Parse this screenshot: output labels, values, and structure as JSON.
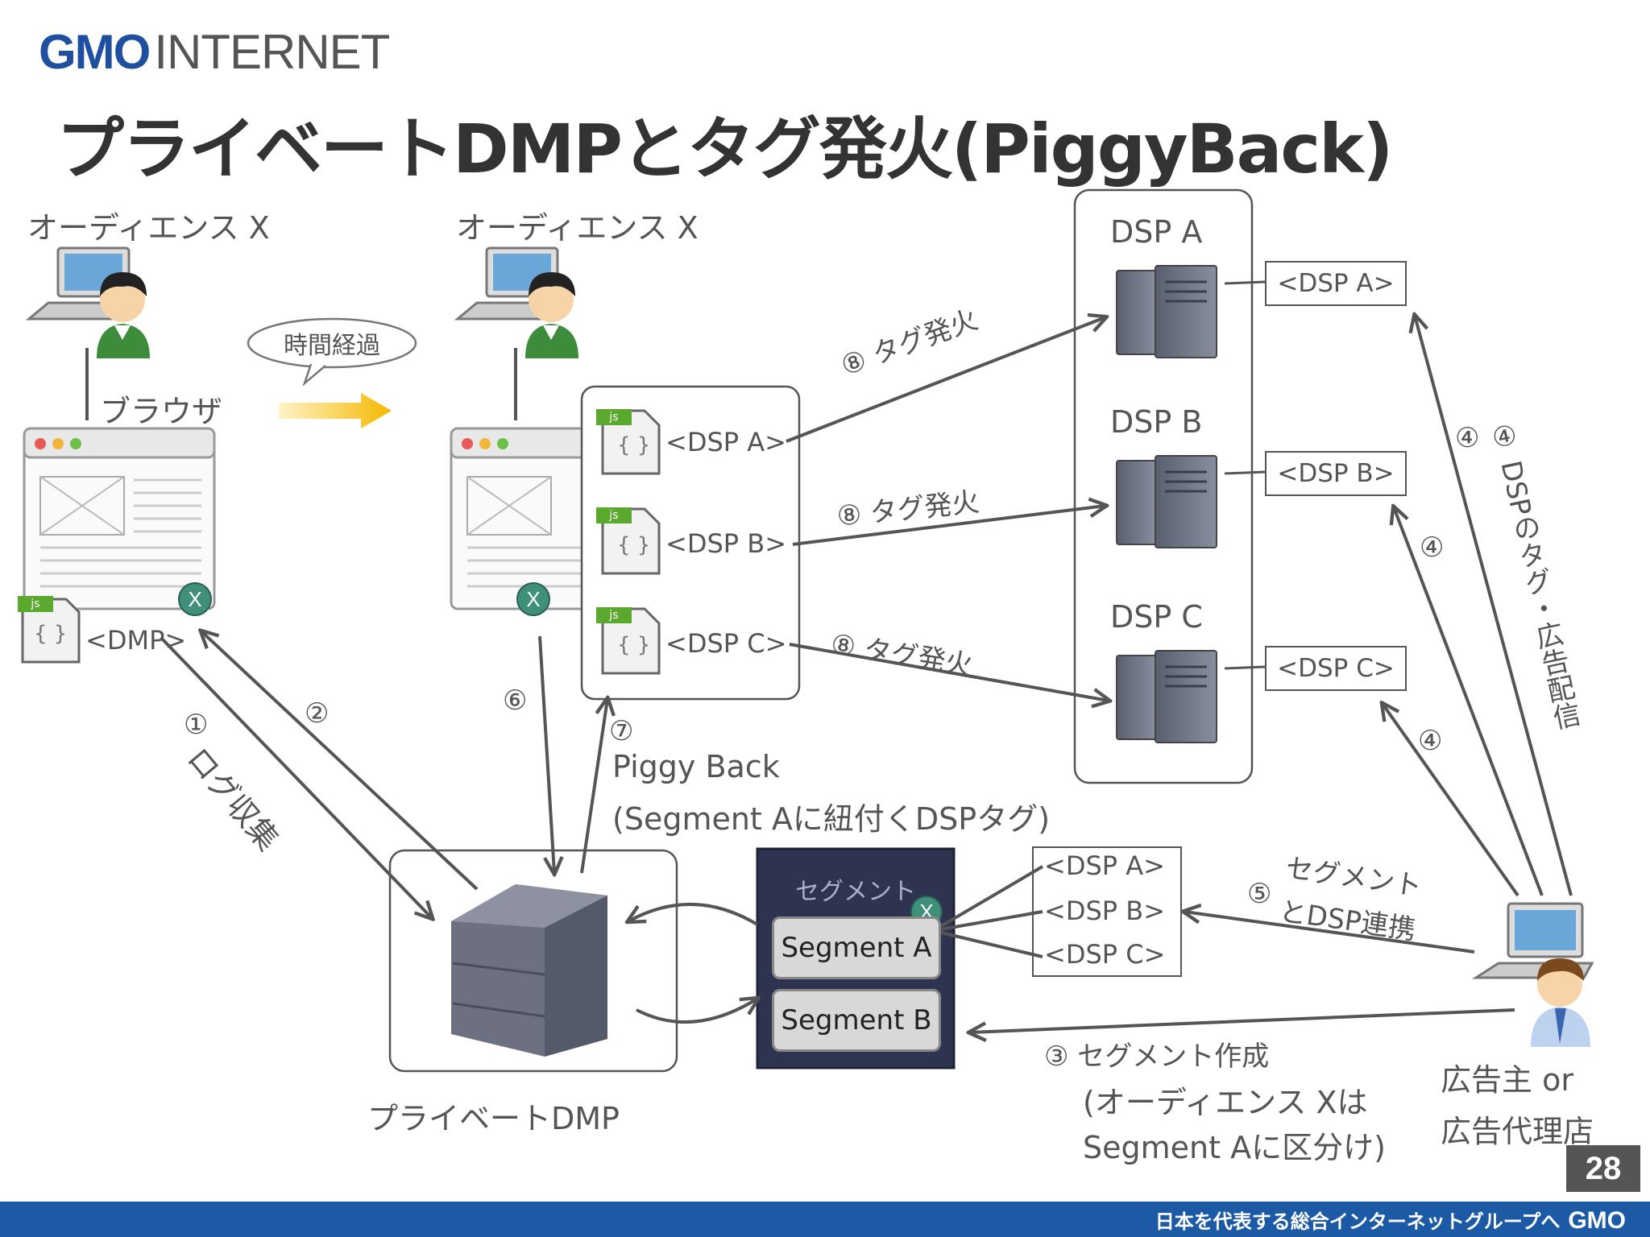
{
  "header": {
    "logo_gmo": "GMO",
    "logo_internet": "INTERNET",
    "title": "プライベートDMPとタグ発火(PiggyBack)"
  },
  "left_user": {
    "label": "オーディエンス X",
    "browser_label": "ブラウザ",
    "dmp_tag": "<DMP>"
  },
  "time_bubble": "時間経過",
  "right_user": {
    "label": "オーディエンス X"
  },
  "js_label": "js",
  "js_braces": "{ }",
  "x_marker": "X",
  "piggy_tags": [
    "<DSP A>",
    "<DSP B>",
    "<DSP C>"
  ],
  "fire_labels": [
    "⑧ タグ発火",
    "⑧ タグ発火",
    "⑧ タグ発火"
  ],
  "dsp": {
    "names": [
      "DSP A",
      "DSP B",
      "DSP C"
    ],
    "tags": [
      "<DSP A>",
      "<DSP B>",
      "<DSP C>"
    ]
  },
  "steps": {
    "s1": "①",
    "s1_text": "ログ収集",
    "s2": "②",
    "s6": "⑥",
    "s7": "⑦",
    "s7_line1": "Piggy Back",
    "s7_line2": "(Segment Aに紐付くDSPタグ)",
    "s3_line1": "③ セグメント作成",
    "s3_line2": "(オーディエンス Xは",
    "s3_line3": "Segment Aに区分け)",
    "s4a": "④",
    "s4b": "④",
    "s4c": "④",
    "s4_vertical": "④ DSPのタグ・広告配信",
    "s5": "⑤",
    "s5_line1": "セグメント",
    "s5_line2": "とDSP連携"
  },
  "private_dmp_label": "プライベートDMP",
  "segment_panel": {
    "title": "セグメント",
    "items": [
      "Segment A",
      "Segment B"
    ]
  },
  "segment_tags": [
    "<DSP A>",
    "<DSP B>",
    "<DSP C>"
  ],
  "advertiser": {
    "line1": "広告主 or",
    "line2": "広告代理店"
  },
  "page_number": "28",
  "footer": {
    "tagline": "日本を代表する総合インターネットグループへ",
    "logo": "GMO"
  }
}
